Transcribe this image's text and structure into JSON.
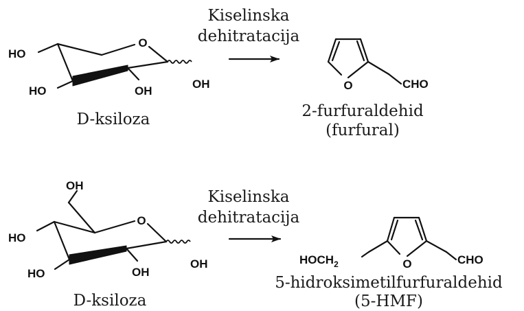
{
  "reactions": [
    {
      "reactant": {
        "name": "D-ksiloza",
        "atoms": {
          "ring_o": "O",
          "ho_c4": "HO",
          "ho_c3": "HO",
          "oh_c2": "OH",
          "oh_c1": "OH"
        }
      },
      "condition": [
        "Kiselinska",
        "dehitratacija"
      ],
      "product": {
        "name": "2-furfuraldehid",
        "alt_name": "(furfural)",
        "atoms": {
          "ring_o": "O",
          "group": "CHO"
        }
      }
    },
    {
      "reactant": {
        "name": "D-ksiloza",
        "atoms": {
          "ring_o": "O",
          "oh_c6": "OH",
          "ho_c4": "HO",
          "ho_c3": "HO",
          "oh_c2": "OH",
          "oh_c1": "OH"
        }
      },
      "condition": [
        "Kiselinska",
        "dehitratacija"
      ],
      "product": {
        "name": "5-hidroksimetilfurfuraldehid",
        "alt_name": "(5-HMF)",
        "atoms": {
          "ring_o": "O",
          "left_group": "HOCH",
          "left_sub": "2",
          "right_group": "CHO"
        }
      }
    }
  ]
}
